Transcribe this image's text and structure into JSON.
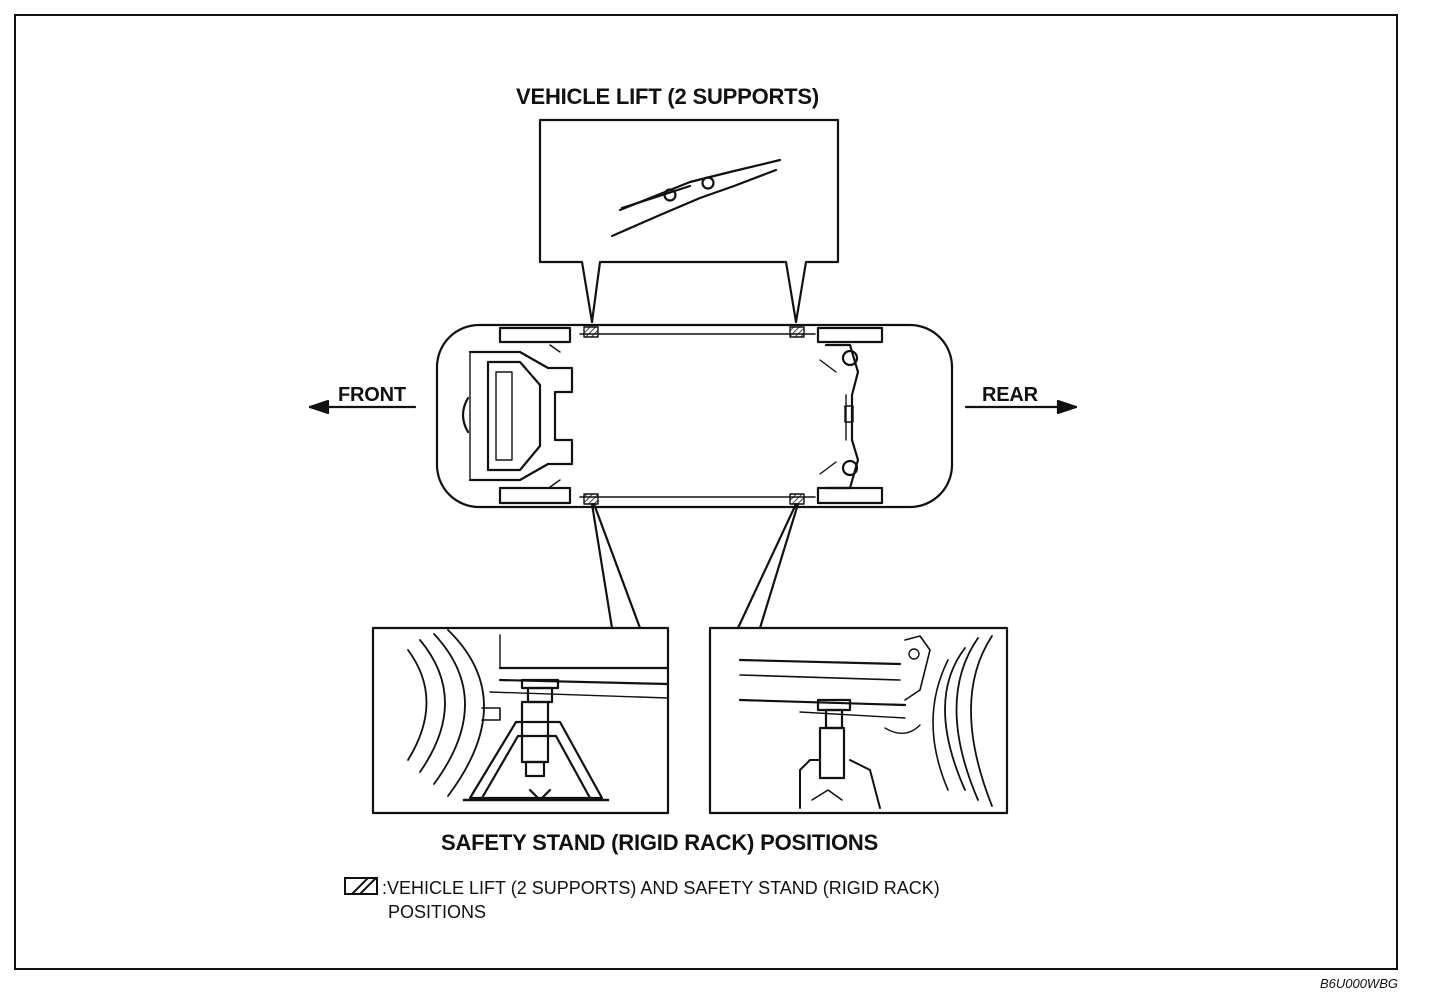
{
  "labels": {
    "vehicle_lift_title": "VEHICLE LIFT (2 SUPPORTS)",
    "front": "FRONT",
    "rear": "REAR",
    "safety_stand_title": "SAFETY STAND (RIGID RACK) POSITIONS",
    "legend_line1": ":VEHICLE LIFT (2 SUPPORTS) AND SAFETY STAND (RIGID RACK)",
    "legend_line2": "POSITIONS",
    "figure_code": "B6U000WBG"
  },
  "colors": {
    "ink": "#111111",
    "paper": "#ffffff"
  }
}
